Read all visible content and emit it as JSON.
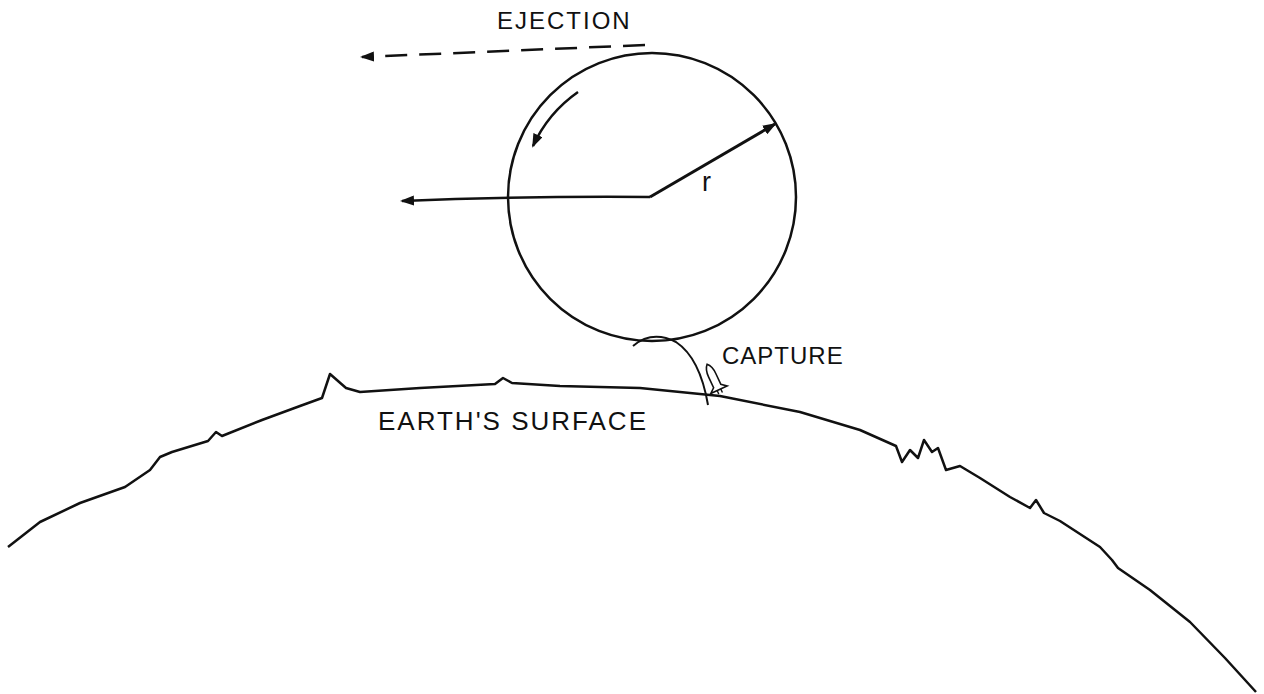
{
  "diagram": {
    "nodes": [
      {
        "text": [
          "r"
        ]
      }
    ],
    "labels": [
      "EJECTION",
      "CAPTURE",
      "EARTH'S SURFACE"
    ]
  }
}
